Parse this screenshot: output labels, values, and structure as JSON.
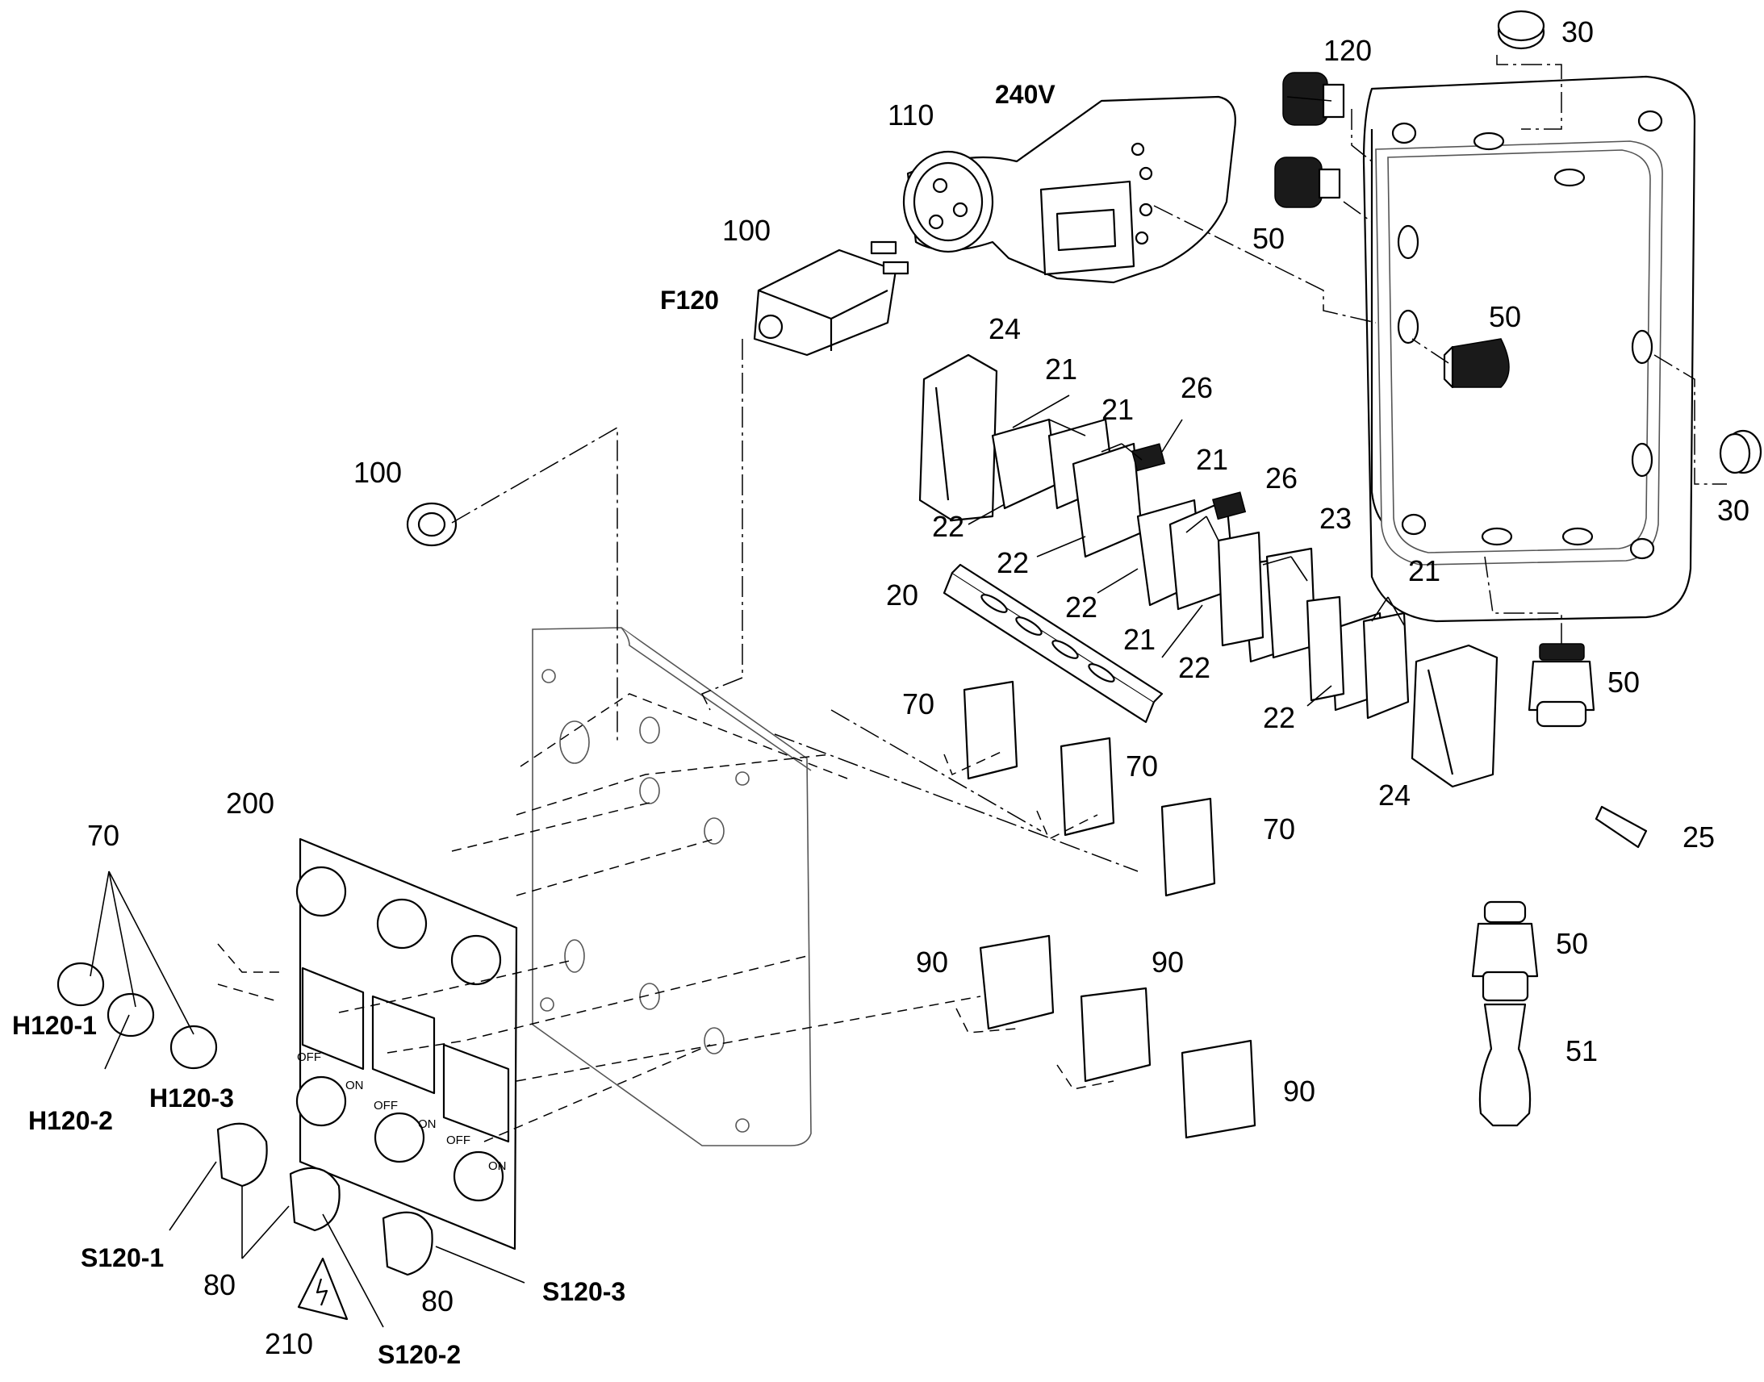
{
  "callouts": {
    "c30a": "30",
    "c30b": "30",
    "c120": "120",
    "c110": "110",
    "v240": "240V",
    "c50a": "50",
    "c50b": "50",
    "c50c": "50",
    "c50d": "50",
    "c51": "51",
    "c100a": "100",
    "f120": "F120",
    "c100b": "100",
    "c24a": "24",
    "c24b": "24",
    "c21a": "21",
    "c21b": "21",
    "c21c": "21",
    "c21d": "21",
    "c21e": "21",
    "c26a": "26",
    "c26b": "26",
    "c23": "23",
    "c20": "20",
    "c25": "25",
    "c22a": "22",
    "c22b": "22",
    "c22c": "22",
    "c22d": "22",
    "c22e": "22",
    "c70a": "70",
    "c70b": "70",
    "c70c": "70",
    "c70d": "70",
    "c90a": "90",
    "c90b": "90",
    "c90c": "90",
    "c200": "200",
    "c210": "210",
    "c80a": "80",
    "c80b": "80",
    "h1201": "H120-1",
    "h1202": "H120-2",
    "h1203": "H120-3",
    "s1201": "S120-1",
    "s1202": "S120-2",
    "s1203": "S120-3"
  },
  "switch_labels": {
    "off": "OFF",
    "on": "ON"
  }
}
